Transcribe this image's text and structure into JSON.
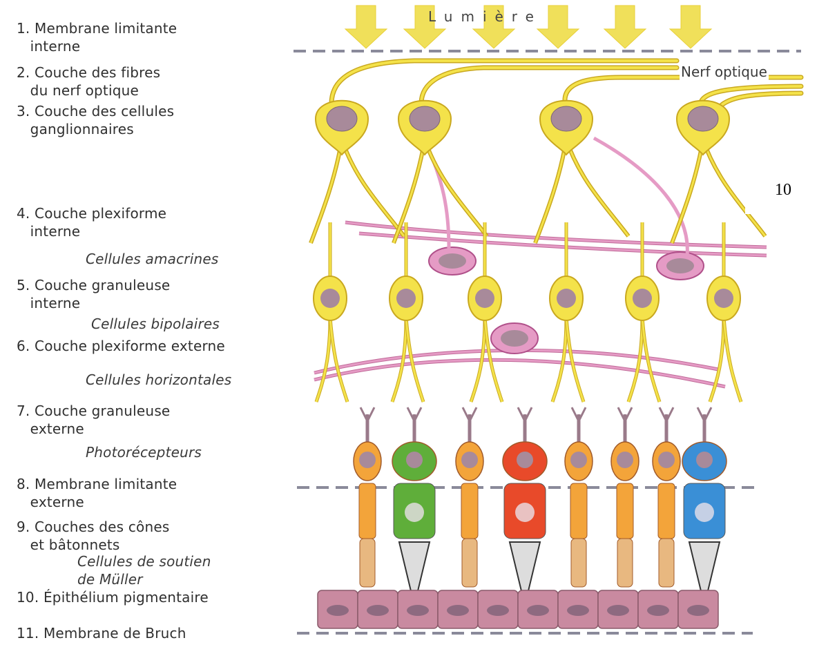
{
  "diagram": {
    "title": "Lumière",
    "nerve_label": "Nerf optique",
    "boxed_number": "10",
    "layers": [
      {
        "text": "1. Membrane limitante\n   interne"
      },
      {
        "text": "2. Couche des fibres\n   du nerf optique"
      },
      {
        "text": "3. Couche des cellules\n   ganglionnaires"
      },
      {
        "text": "4. Couche plexiforme\n   interne"
      },
      {
        "text": "Cellules amacrines",
        "italic": true
      },
      {
        "text": "5. Couche granuleuse\n   interne"
      },
      {
        "text": "Cellules bipolaires",
        "italic": true
      },
      {
        "text": "6. Couche plexiforme externe"
      },
      {
        "text": "Cellules horizontales",
        "italic": true
      },
      {
        "text": "7. Couche granuleuse\n   externe"
      },
      {
        "text": "Photorécepteurs",
        "italic": true
      },
      {
        "text": "8. Membrane limitante\n   externe"
      },
      {
        "text": "9. Couches des cônes\n   et bâtonnets"
      },
      {
        "text": "Cellules de soutien\nde Müller",
        "italic": true
      },
      {
        "text": "10. Épithélium pigmentaire"
      },
      {
        "text": "11. Membrane de Bruch"
      }
    ],
    "colors": {
      "neuron": "#f4e24a",
      "neuron_outline": "#c9a81f",
      "nucleus": "#a88a9a",
      "amacrine": "#e59bc5",
      "horizontal": "#e59bc5",
      "rod": "#f3a43a",
      "cone_green": "#5fae3a",
      "cone_red": "#e84a2a",
      "cone_blue": "#3a8fd6",
      "epithelium": "#c98aa0",
      "arrow": "#f0e05a",
      "dash": "#8a8a9a"
    }
  }
}
